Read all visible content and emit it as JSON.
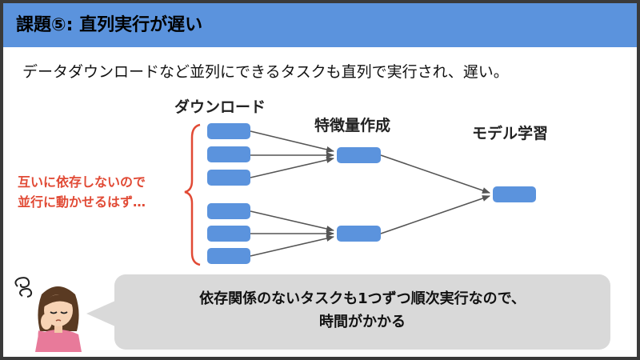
{
  "header": {
    "title": "課題⑤: 直列実行が遅い"
  },
  "lead": "データダウンロードなど並列にできるタスクも直列で実行され、遅い。",
  "diagram": {
    "stage_download": "ダウンロード",
    "stage_features": "特徴量作成",
    "stage_training": "モデル学習",
    "note_line1": "互いに依存しないので",
    "note_line2": "並行に動かせるはず…",
    "box_color": "#5b93dd",
    "arrow_color": "#555555",
    "note_color": "#e14a35"
  },
  "bubble": {
    "line1": "依存関係のないタスクも1つずつ順次実行なので、",
    "line2": "時間がかかる"
  },
  "icons": {
    "person": "worried-woman-icon",
    "dizzy": "dizzy-swirl-icon"
  }
}
